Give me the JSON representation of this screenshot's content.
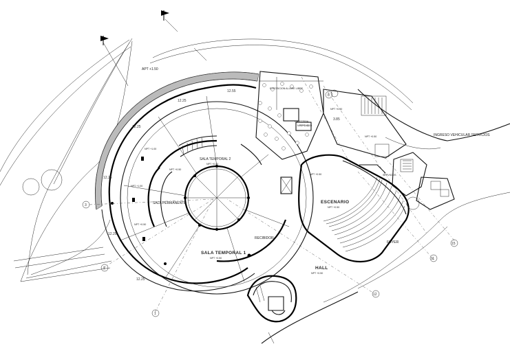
{
  "rooms": [
    {
      "id": "sala-temporal-1",
      "name": "SALA TEMPORAL 1",
      "level": "NPT +0.50"
    },
    {
      "id": "sala-permanente",
      "name": "SALA PERMANENTE",
      "level": ""
    },
    {
      "id": "sala-temporal-2",
      "name": "SALA TEMPORAL 2",
      "level": "NPT +0.50"
    },
    {
      "id": "escenario",
      "name": "ESCENARIO",
      "level": "NPT +0.50"
    },
    {
      "id": "recibidor",
      "name": "RECIBIDOR",
      "level": ""
    },
    {
      "id": "hall",
      "name": "HALL",
      "level": "NPT +0.50"
    },
    {
      "id": "servicios",
      "name": "SERVICIOS",
      "level": ""
    },
    {
      "id": "cafeteria",
      "name": "CAFETERIA",
      "level": "NPT +3.00"
    },
    {
      "id": "exposicion",
      "name": "EXPOSICION AL AIRE LIBRE",
      "level": ""
    },
    {
      "id": "ingreso",
      "name": "INGRESO VEHICULAR SERVICIOS",
      "level": ""
    },
    {
      "id": "foyer",
      "name": "FOYER",
      "level": ""
    }
  ],
  "levels": {
    "apt": "APT +1.50",
    "npt_small": [
      "NPT +1.00",
      "NPT +1.00",
      "NPT +0.50",
      "NPT +0.50",
      "NPT +0.50",
      "NPT +3.00",
      "NPT +0.50",
      "NPT +0.50"
    ]
  },
  "dimensions": [
    "12.55",
    "12.25",
    "12.25",
    "12.25",
    "12.25",
    "3.85",
    "12.25"
  ],
  "grid_labels": [
    "1",
    "2",
    "3",
    "8",
    "11",
    "12",
    "15"
  ]
}
